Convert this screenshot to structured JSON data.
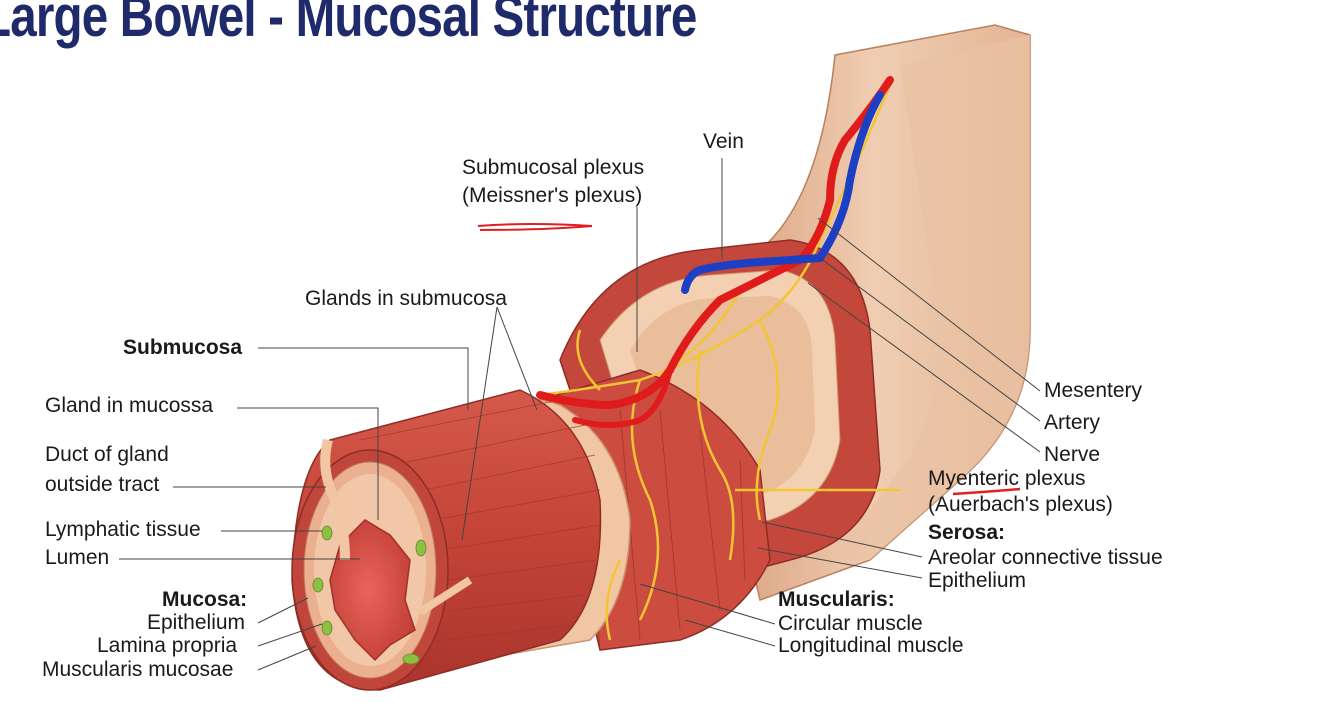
{
  "title": "Large Bowel - Mucosal Structure",
  "labels": {
    "vein": "Vein",
    "submucosal_plexus_line1": "Submucosal plexus",
    "submucosal_plexus_line2": "(Meissner's plexus)",
    "glands_in_submucosa": "Glands in submucosa",
    "submucosa": "Submucosa",
    "gland_in_mucossa": "Gland in mucossa",
    "duct_line1": "Duct of gland",
    "duct_line2": "outside tract",
    "lymphatic_tissue": "Lymphatic tissue",
    "lumen": "Lumen",
    "mucosa_heading": "Mucosa:",
    "epithelium": "Epithelium",
    "lamina_propria": "Lamina propria",
    "muscularis_mucosae": "Muscularis mucosae",
    "mesentery": "Mesentery",
    "artery": "Artery",
    "nerve": "Nerve",
    "myenteric_line1": "Myenteric plexus",
    "myenteric_line2": "(Auerbach's plexus)",
    "serosa_heading": "Serosa:",
    "areolar": "Areolar connective tissue",
    "serosa_epithelium": "Epithelium",
    "muscularis_heading": "Muscularis:",
    "circular_muscle": "Circular muscle",
    "longitudinal_muscle": "Longitudinal muscle"
  },
  "colors": {
    "title": "#1f2a6b",
    "muscle": "#c9483d",
    "muscle_dark": "#9e2f28",
    "tissue_light": "#f1c6a3",
    "mesentery": "#e7b898",
    "artery": "#e01b1b",
    "vein": "#1c3fc4",
    "nerve": "#f2c533",
    "lumen": "#d9534a",
    "annotation_ink": "#e02020"
  }
}
